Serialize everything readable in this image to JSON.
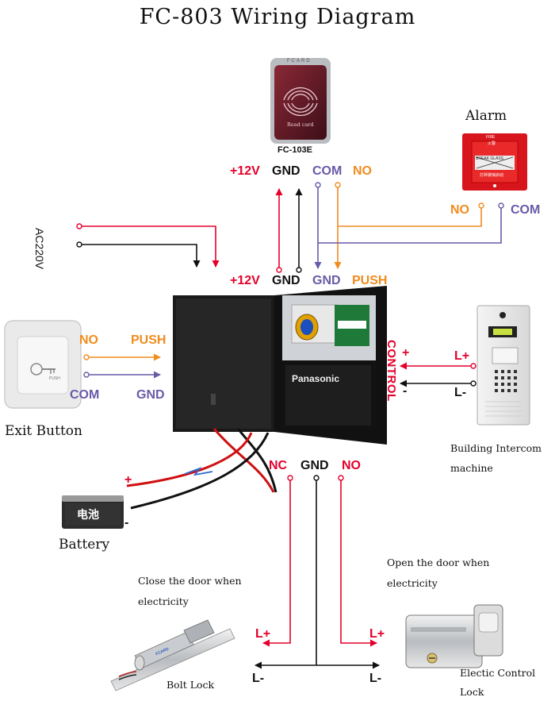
{
  "title": "FC-803 Wiring Diagram",
  "reader": {
    "model": "FC-103E",
    "brand": "FCARD",
    "face_text": "Read card"
  },
  "top_terminals": {
    "v12": "+12V",
    "gnd": "GND",
    "com": "COM",
    "no": "NO"
  },
  "alarm": {
    "name": "Alarm",
    "no": "NO",
    "com": "COM",
    "panel_top": "FIRE",
    "panel_sub": "火警",
    "panel_mid": "BREAK GLASS",
    "panel_bottom": "打碎玻璃启动"
  },
  "power_input": {
    "label": "AC220V"
  },
  "box_terminals": {
    "v12": "+12V",
    "gnd1": "GND",
    "gnd2": "GND",
    "push": "PUSH"
  },
  "exit_button": {
    "name": "Exit Button",
    "no": "NO",
    "push": "PUSH",
    "com": "COM",
    "gnd": "GND",
    "plate_text": "PUSH"
  },
  "control": {
    "label": "CONTROL",
    "plus": "+",
    "minus": "-"
  },
  "intercom": {
    "l_plus": "L+",
    "l_minus": "L-",
    "name_line1": "Building Intercom",
    "name_line2": "machine"
  },
  "battery": {
    "name": "Battery",
    "plus": "+",
    "minus": "-",
    "face_text": "电池",
    "cell_brand": "Panasonic"
  },
  "lock_outputs": {
    "nc": "NC",
    "gnd": "GND",
    "no": "NO"
  },
  "bolt_lock": {
    "caption_line1": "Close the door when",
    "caption_line2": "electricity",
    "l_plus": "L+",
    "l_minus": "L-",
    "name": "Bolt Lock",
    "brand": "FCARD"
  },
  "electric_lock": {
    "caption_line1": "Open the door when",
    "caption_line2": "electricity",
    "l_plus": "L+",
    "l_minus": "L-",
    "name_line1": "Electic Control",
    "name_line2": "Lock"
  },
  "colors": {
    "red": "#e4002b",
    "black": "#111111",
    "purple": "#6a5aa8",
    "orange": "#f08c1e"
  }
}
